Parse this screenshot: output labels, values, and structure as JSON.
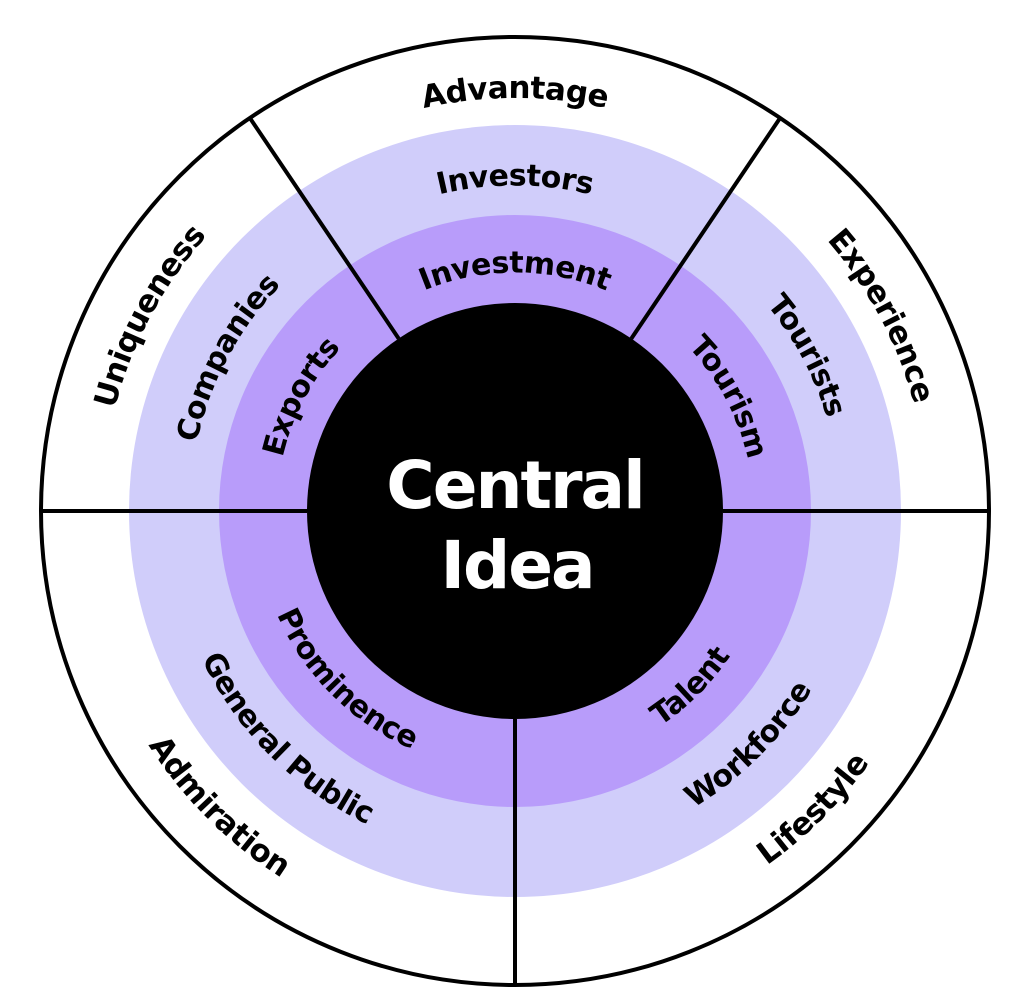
{
  "colors": {
    "outer_ring": "#ffffff",
    "middle_ring": "#d0cdfa",
    "inner_ring": "#b89cfa",
    "center": "#000000",
    "lines": "#000000",
    "text_dark": "#000000",
    "text_light": "#ffffff"
  },
  "center": {
    "line1": "Central",
    "line2": "Idea"
  },
  "sectors": [
    {
      "outer": "Advantage",
      "middle": "Investors",
      "inner": "Investment"
    },
    {
      "outer": "Experience",
      "middle": "Tourists",
      "inner": "Tourism"
    },
    {
      "outer": "Lifestyle",
      "middle": "Workforce",
      "inner": "Talent"
    },
    {
      "outer": "Admiration",
      "middle": "General Public",
      "inner": "Prominence"
    },
    {
      "outer": "Uniqueness",
      "middle": "Companies",
      "inner": "Exports"
    }
  ]
}
